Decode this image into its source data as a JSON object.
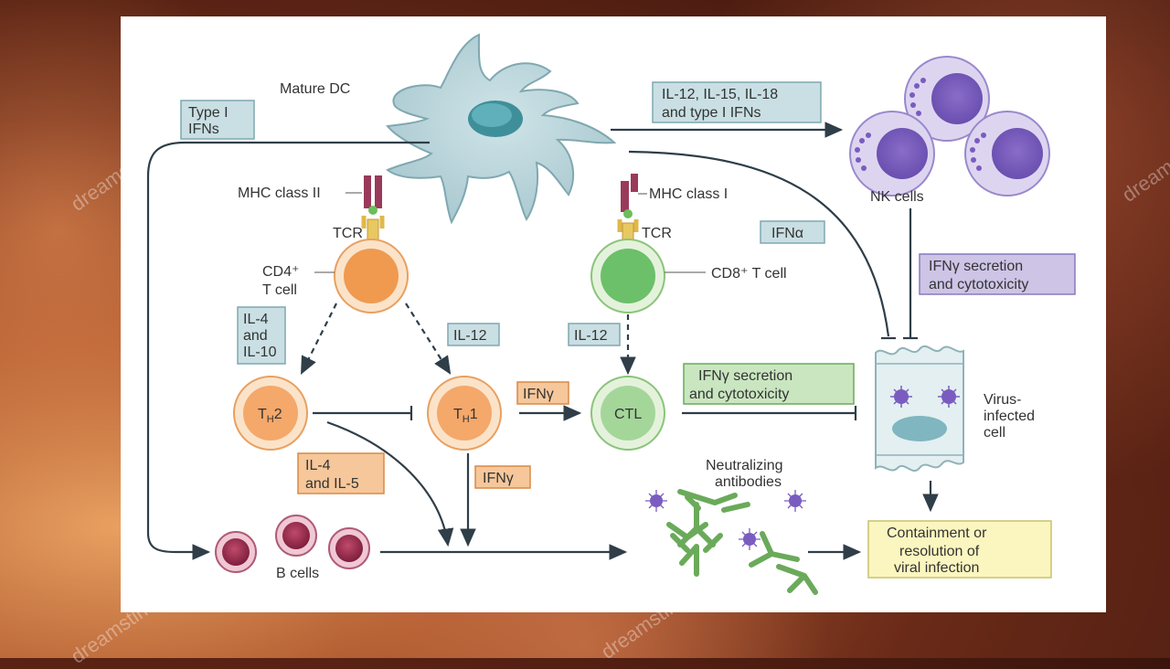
{
  "labels": {
    "mature_dc": "Mature DC",
    "mhc_class_ii": "MHC class II",
    "mhc_class_i": "MHC class I",
    "tcr_left": "TCR",
    "tcr_right": "TCR",
    "cd4_line1": "CD4⁺",
    "cd4_line2": "T cell",
    "cd8": "CD8⁺ T cell",
    "nk_cells": "NK cells",
    "th2_main": "T",
    "th2_sub": "H",
    "th2_num": "2",
    "th1_main": "T",
    "th1_sub": "H",
    "th1_num": "1",
    "ctl": "CTL",
    "virus_line1": "Virus-",
    "virus_line2": "infected",
    "virus_line3": "cell",
    "neutralizing_line1": "Neutralizing",
    "neutralizing_line2": "antibodies",
    "b_cells": "B cells"
  },
  "boxes": {
    "type1_line1": "Type I",
    "type1_line2": "IFNs",
    "il12_cyto_line1": "IL-12, IL-15, IL-18",
    "il12_cyto_line2": "and type I IFNs",
    "ifna": "IFNα",
    "nk_effect_line1": "IFNγ secretion",
    "nk_effect_line2": "and cytotoxicity",
    "il4_il10_line1": "IL-4",
    "il4_il10_line2": "and",
    "il4_il10_line3": "IL-10",
    "il12_mid": "IL-12",
    "il12_right": "IL-12",
    "ifng_th1": "IFNγ",
    "ctl_effect_line1": "IFNγ secretion",
    "ctl_effect_line2": "and cytotoxicity",
    "il4_il5_line1": "IL-4",
    "il4_il5_line2": "and IL-5",
    "ifng_down": "IFNγ",
    "containment_line1": "Containment or",
    "containment_line2": "resolution of",
    "containment_line3": "viral infection"
  },
  "watermark": "dreamstime",
  "colors": {
    "teal_box": "#c9dfe3",
    "teal_border": "#7fa8b0",
    "orange_box": "#f6c79a",
    "orange_border": "#d88a45",
    "purple_box": "#cdc4e6",
    "purple_border": "#8a78bf",
    "green_box": "#c9e6c0",
    "green_border": "#6aaa5a",
    "yellow_box": "#fbf6bf",
    "yellow_border": "#c9c070",
    "arrow": "#2f3e48"
  }
}
